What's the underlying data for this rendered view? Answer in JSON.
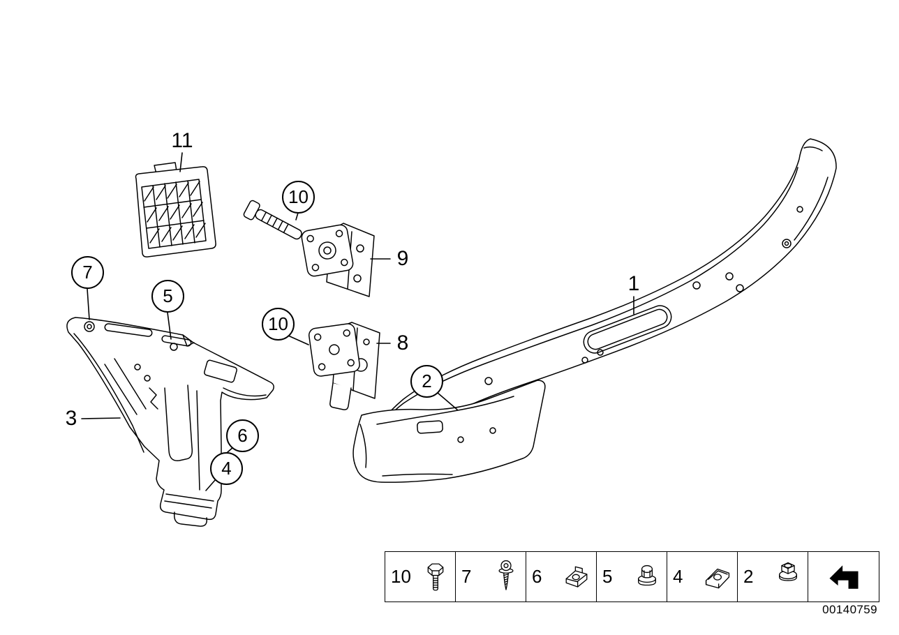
{
  "colors": {
    "line": "#000000",
    "background": "#ffffff"
  },
  "diagram_id": "00140759",
  "callouts": [
    {
      "label": "11",
      "style": "plain"
    },
    {
      "label": "10",
      "style": "circled"
    },
    {
      "label": "9",
      "style": "plain"
    },
    {
      "label": "7",
      "style": "circled"
    },
    {
      "label": "5",
      "style": "circled"
    },
    {
      "label": "10",
      "style": "circled"
    },
    {
      "label": "8",
      "style": "plain"
    },
    {
      "label": "1",
      "style": "plain"
    },
    {
      "label": "2",
      "style": "circled"
    },
    {
      "label": "3",
      "style": "plain"
    },
    {
      "label": "6",
      "style": "circled"
    },
    {
      "label": "4",
      "style": "circled"
    }
  ],
  "legend": {
    "items": [
      {
        "label": "10",
        "icon": "hex-bolt-icon"
      },
      {
        "label": "7",
        "icon": "torx-screw-icon"
      },
      {
        "label": "6",
        "icon": "clip-nut-icon"
      },
      {
        "label": "5",
        "icon": "plastic-nut-icon"
      },
      {
        "label": "4",
        "icon": "speed-nut-icon"
      },
      {
        "label": "2",
        "icon": "flange-nut-icon"
      },
      {
        "label": "",
        "icon": "continuation-arrow-icon"
      }
    ]
  }
}
